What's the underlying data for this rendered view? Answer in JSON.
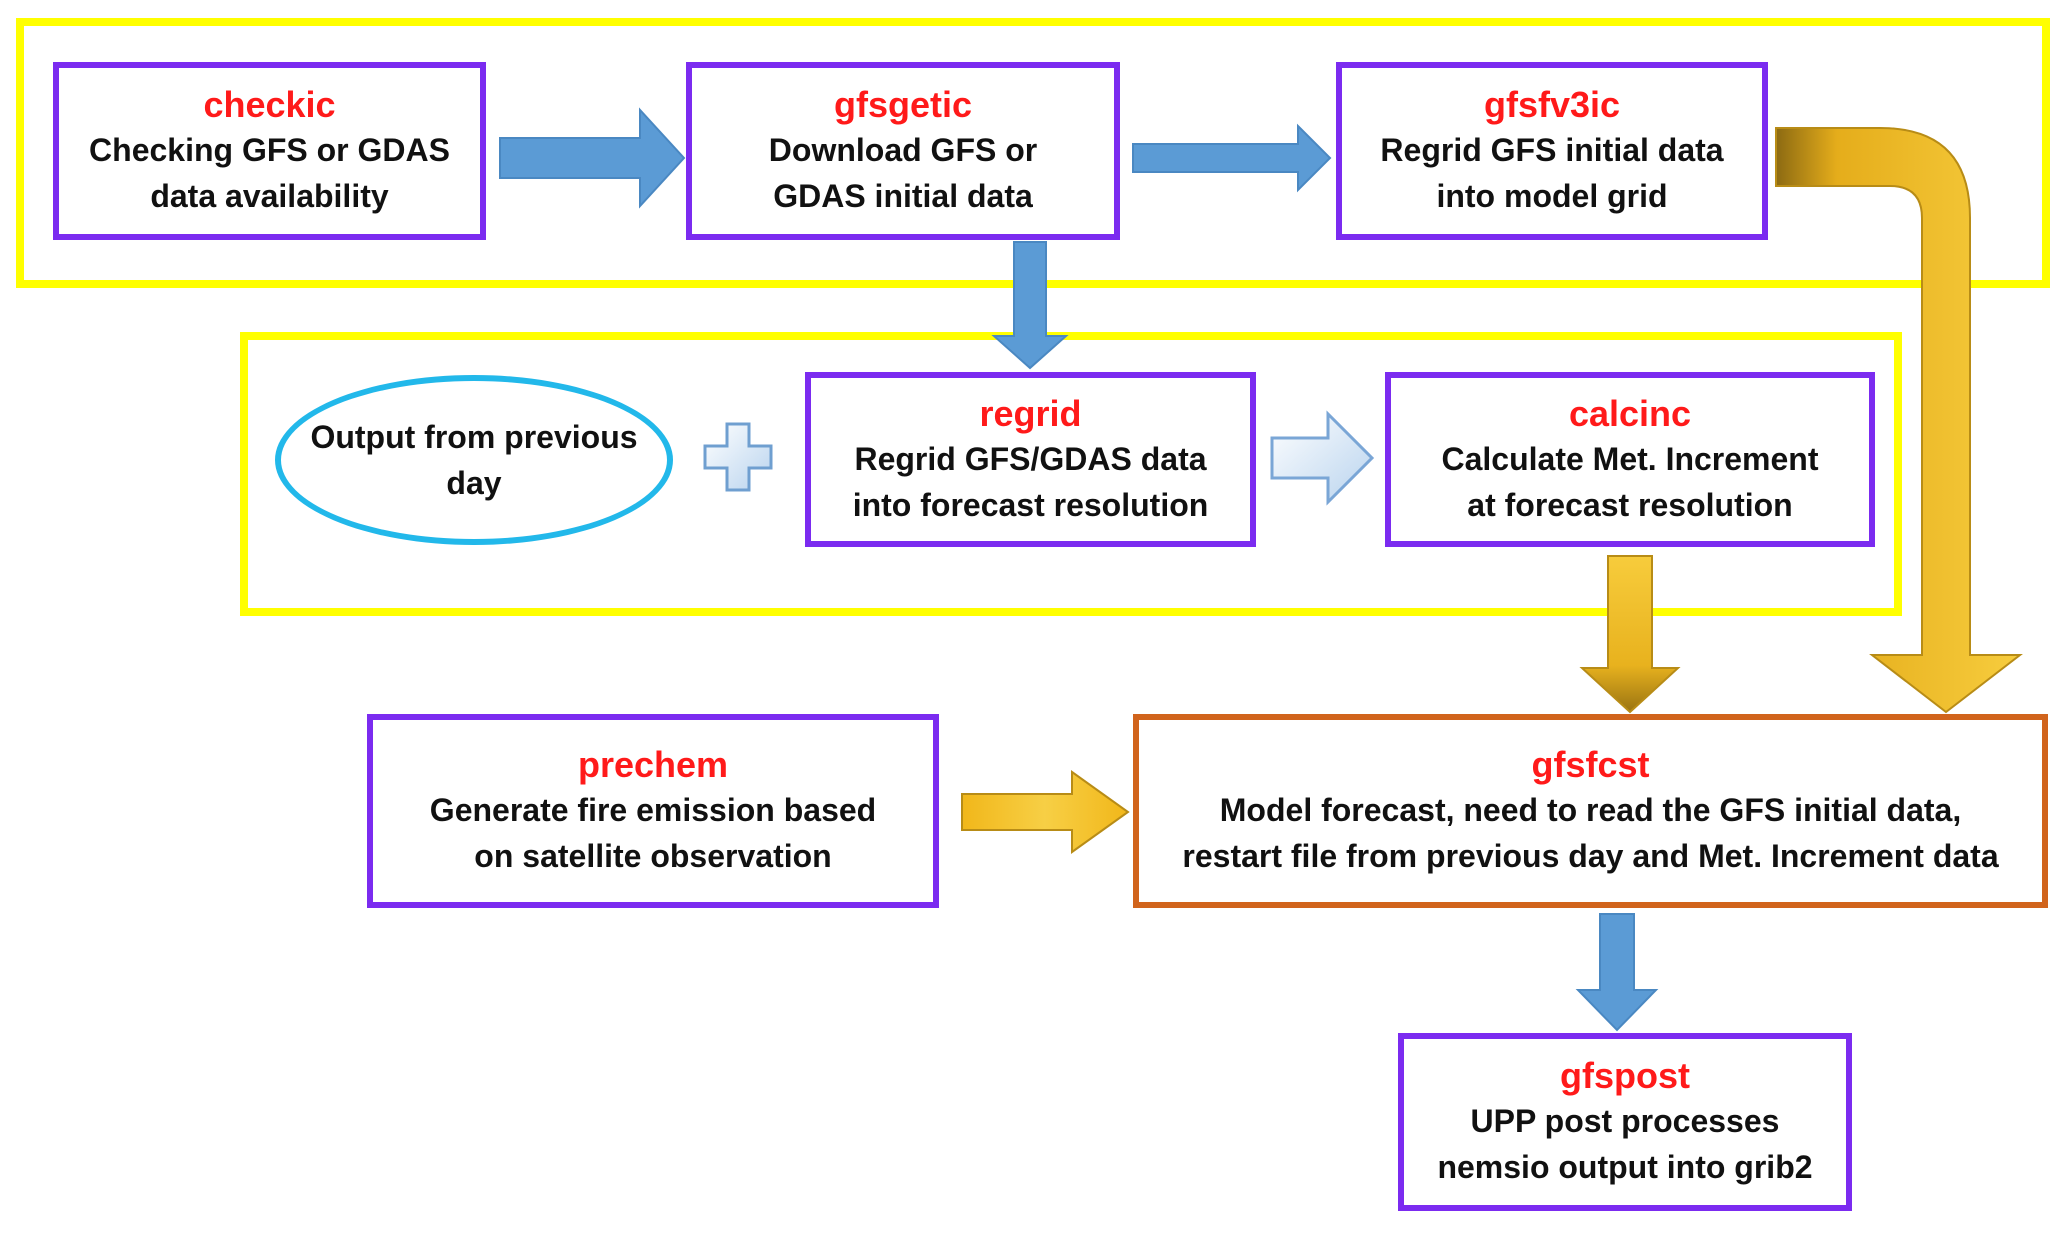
{
  "colors": {
    "group_border": "#ffff00",
    "box_border": "#7b2bf0",
    "main_box_border": "#d1641c",
    "title_text": "#ff1a1a",
    "blue_arrow": "#5b9bd5",
    "gold_arrow": "#f7c31c",
    "ellipse_border": "#22b8ea"
  },
  "nodes": {
    "checkic": {
      "title": "checkic",
      "desc": "Checking GFS or GDAS\ndata availability"
    },
    "gfsgetic": {
      "title": "gfsgetic",
      "desc": "Download GFS or\nGDAS initial data"
    },
    "gfsfv3ic": {
      "title": "gfsfv3ic",
      "desc": "Regrid GFS initial data\ninto model grid"
    },
    "regrid": {
      "title": "regrid",
      "desc": "Regrid GFS/GDAS data\ninto forecast resolution"
    },
    "calcinc": {
      "title": "calcinc",
      "desc": "Calculate Met. Increment\nat forecast resolution"
    },
    "prechem": {
      "title": "prechem",
      "desc": "Generate fire emission based\non satellite observation"
    },
    "gfsfcst": {
      "title": "gfsfcst",
      "desc": "Model forecast, need to read the GFS initial data,\nrestart file from previous day and Met. Increment data"
    },
    "gfspost": {
      "title": "gfspost",
      "desc": "UPP post processes\nnemsio output into grib2"
    },
    "previous_output": {
      "label": "Output from previous\nday"
    }
  }
}
